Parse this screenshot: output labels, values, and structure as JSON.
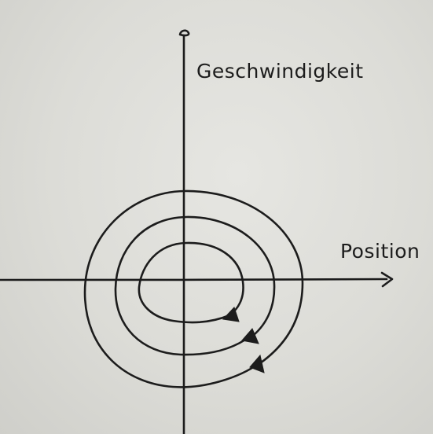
{
  "diagram": {
    "axes": {
      "y_label": "Geschwindigkeit",
      "x_label": "Position"
    },
    "ink_color": "#1c1c1c",
    "paper_color": "#dcdcd8",
    "trajectory": {
      "kind": "spiral",
      "loops": 3,
      "direction": "clockwise",
      "arrow_count": 3
    }
  }
}
